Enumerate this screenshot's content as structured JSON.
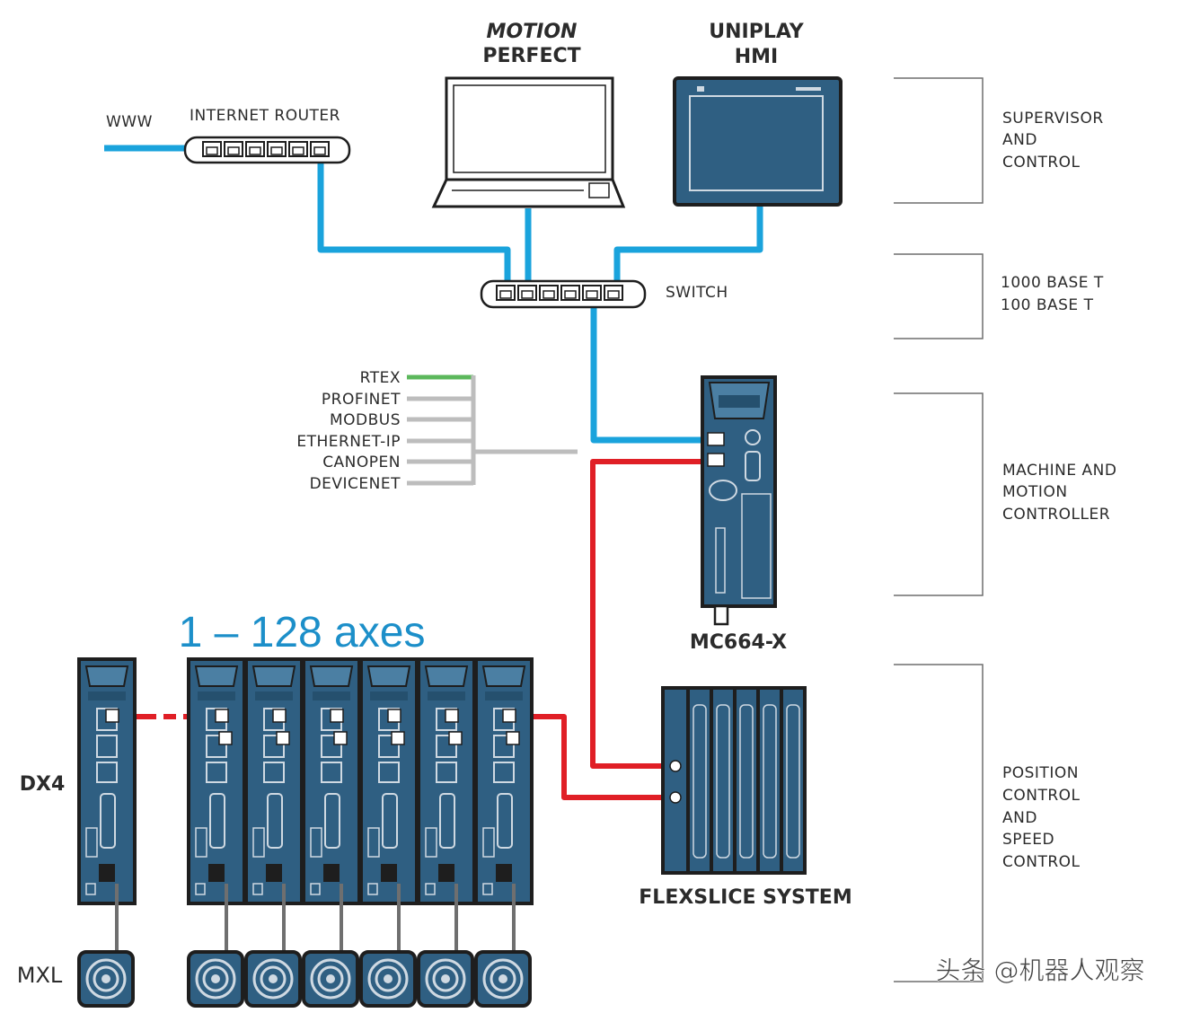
{
  "labels": {
    "www": "WWW",
    "internet_router": "INTERNET ROUTER",
    "motion_perfect_1": "MOTION",
    "motion_perfect_2": "PERFECT",
    "uniplay_1": "UNIPLAY",
    "uniplay_2": "HMI",
    "switch": "SWITCH",
    "mc664x": "MC664-X",
    "axes": "1 – 128 axes",
    "dx4": "DX4",
    "mxl": "MXL",
    "flexslice": "FLEXSLICE SYSTEM"
  },
  "protocols": [
    "RTEX",
    "PROFINET",
    "MODBUS",
    "ETHERNET-IP",
    "CANOPEN",
    "DEVICENET"
  ],
  "levels": [
    {
      "lines": [
        "SUPERVISOR",
        "AND",
        "CONTROL"
      ]
    },
    {
      "lines": [
        "1000 BASE  T",
        "100 BASE  T"
      ]
    },
    {
      "lines": [
        "MACHINE AND",
        "MOTION",
        "CONTROLLER"
      ]
    },
    {
      "lines": [
        "POSITION",
        "CONTROL",
        "AND",
        "SPEED",
        "CONTROL"
      ]
    }
  ],
  "watermark": "头条 @机器人观察",
  "colors": {
    "ethernet": "#1aa3dc",
    "ethercat": "#e01f26",
    "rtex": "#5cb85c",
    "fieldbus": "#bdbdbd",
    "device": "#2f5f82",
    "outline": "#1e1e1e",
    "axes_text": "#1c8fc9"
  }
}
